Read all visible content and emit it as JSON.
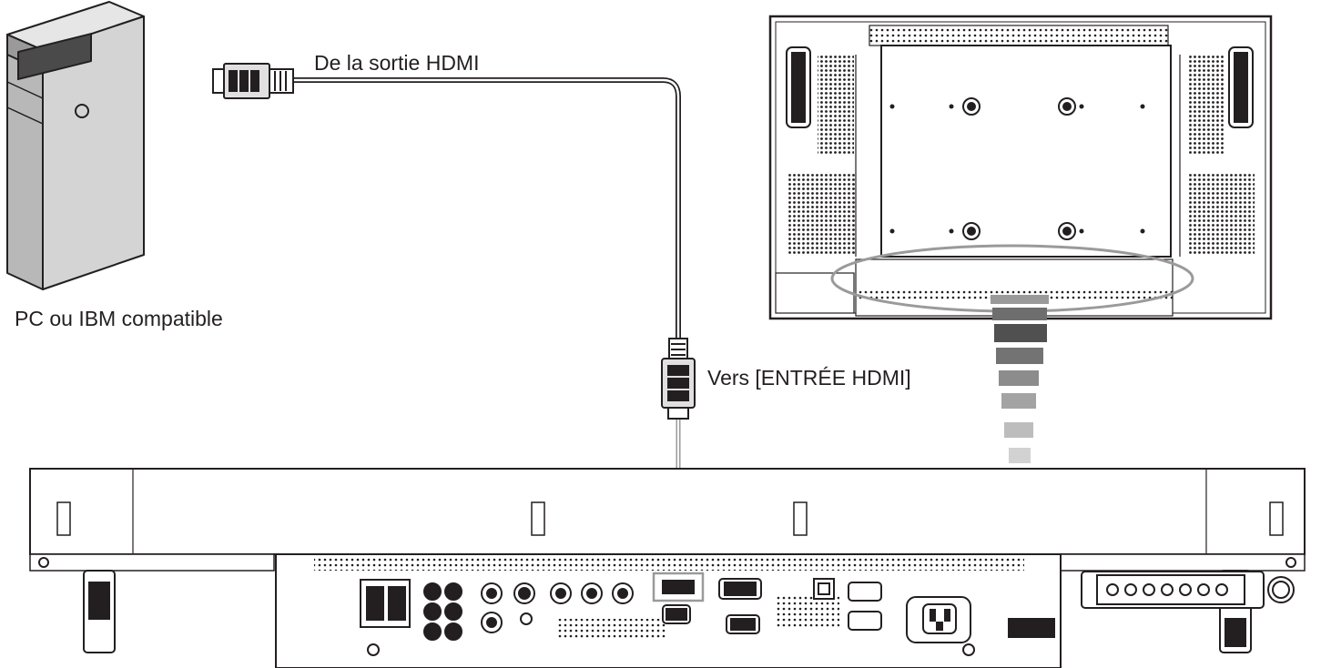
{
  "labels": {
    "source_output": "De la sortie HDMI",
    "pc": "PC ou IBM compatible",
    "display_input": "Vers [ENTRÉE HDMI]"
  },
  "colors": {
    "stroke": "#231f20",
    "pc_body": "#d6d6d6",
    "pc_side": "#b4b4b4",
    "cable_light": "#b0b0b0",
    "highlight": "#9a9a9a"
  }
}
